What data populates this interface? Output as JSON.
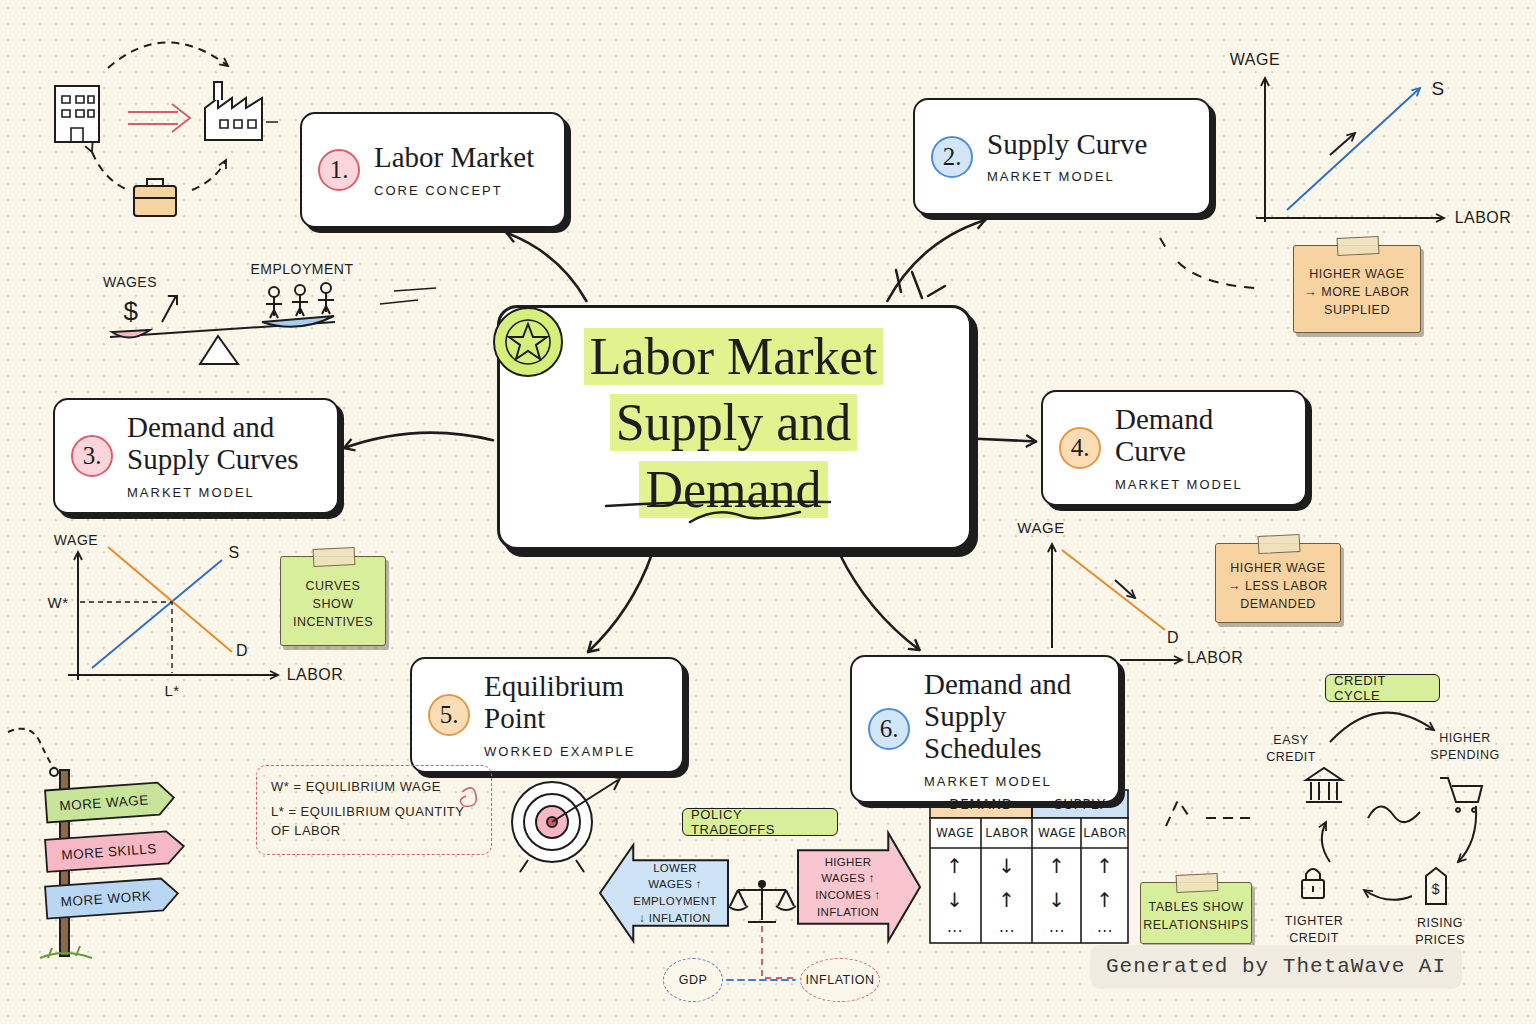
{
  "diagram": {
    "nodes": [
      {
        "text": [
          "Labor Market Supply and Demand"
        ]
      },
      {
        "text": [
          "Labor Market",
          "CORE CONCEPT"
        ]
      },
      {
        "text": [
          "1."
        ],
        "in": 1
      },
      {
        "text": [
          "Supply Curve",
          "MARKET MODEL"
        ]
      },
      {
        "text": [
          "2."
        ],
        "in": 3
      },
      {
        "text": [
          "Demand and Supply Curves",
          "MARKET MODEL"
        ]
      },
      {
        "text": [
          "3."
        ],
        "in": 5
      },
      {
        "text": [
          "Demand Curve",
          "MARKET MODEL"
        ]
      },
      {
        "text": [
          "4."
        ],
        "in": 7
      },
      {
        "text": [
          "Equilibrium Point",
          "WORKED EXAMPLE"
        ]
      },
      {
        "text": [
          "5."
        ],
        "in": 9
      },
      {
        "text": [
          "Demand and Supply Schedules",
          "MARKET MODEL"
        ]
      },
      {
        "text": [
          "6."
        ],
        "in": 11
      },
      {
        "text": [
          "HIGHER WAGE → MORE LABOR SUPPLIED"
        ]
      },
      {
        "text": [
          "CURVES SHOW INCENTIVES"
        ]
      },
      {
        "text": [
          "HIGHER WAGE → LESS LABOR DEMANDED"
        ]
      },
      {
        "text": [
          "TABLES SHOW RELATIONSHIPS"
        ]
      },
      {
        "text": [
          "W* = EQUILIBRIUM WAGE",
          "L* = EQUILIBRIUM QUANTITY OF LABOR"
        ]
      },
      {
        "text": [
          "MORE WAGE"
        ]
      },
      {
        "text": [
          "MORE SKILLS"
        ]
      },
      {
        "text": [
          "MORE WORK"
        ]
      },
      {
        "text": [
          "POLICY TRADEOFFS"
        ]
      },
      {
        "text": [
          "LOWER WAGES ↑ EMPLOYMENT ↓ INFLATION"
        ]
      },
      {
        "text": [
          "HIGHER WAGES ↑ INCOMES ↑ INFLATION"
        ]
      },
      {
        "text": [
          "GDP"
        ]
      },
      {
        "text": [
          "INFLATION"
        ]
      },
      {
        "text": [
          "CREDIT CYCLE"
        ]
      }
    ],
    "edges": [
      {
        "from": 0,
        "to": 1,
        "arrow": "to"
      },
      {
        "from": 0,
        "to": 3,
        "arrow": "to"
      },
      {
        "from": 0,
        "to": 5,
        "arrow": "to"
      },
      {
        "from": 0,
        "to": 7,
        "arrow": "to"
      },
      {
        "from": 0,
        "to": 9,
        "arrow": "to"
      },
      {
        "from": 0,
        "to": 11,
        "arrow": "to"
      },
      {
        "from": 24,
        "to": 25,
        "arrow": "none"
      }
    ],
    "labels": [
      "WAGES",
      "EMPLOYMENT",
      "$",
      "WAGE",
      "S",
      "LABOR",
      "WAGE",
      "S",
      "W*",
      "D",
      "LABOR",
      "L*",
      "WAGE",
      "D",
      "LABOR",
      "EASY CREDIT",
      "HIGHER SPENDING",
      "TIGHTER CREDIT",
      "RISING PRICES",
      "$",
      "DEMAND",
      "SUPPLY",
      "WAGE",
      "LABOR",
      "WAGE",
      "LABOR",
      "↑",
      "↓",
      "↑",
      "↑",
      "↓",
      "↑",
      "↓",
      "↑",
      "...",
      "...",
      "...",
      "...",
      "Generated by ThetaWave AI"
    ]
  }
}
